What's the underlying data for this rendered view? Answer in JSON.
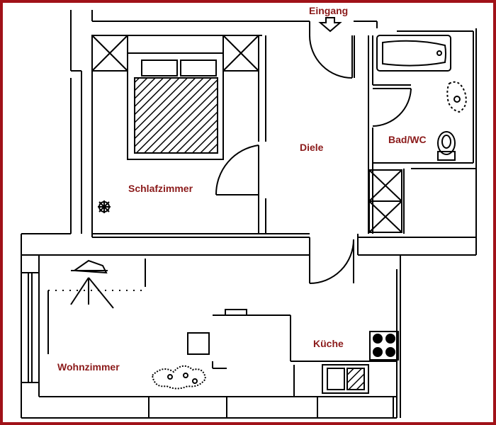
{
  "colors": {
    "frame": "#a01218",
    "label": "#8b1a1a",
    "wall": "#000000",
    "background": "#ffffff"
  },
  "labels": {
    "entrance": "Eingang",
    "bedroom": "Schlafzimmer",
    "hall": "Diele",
    "bathroom": "Bad/WC",
    "kitchen": "Küche",
    "living_room": "Wohnzimmer"
  },
  "icons": {
    "entrance_arrow": "arrow-down-icon",
    "bed": "bed-icon",
    "bathtub": "bathtub-icon",
    "toilet": "toilet-icon",
    "stove": "stove-icon",
    "sink": "sink-icon",
    "lamp": "lamp-icon",
    "plant": "plant-icon"
  }
}
